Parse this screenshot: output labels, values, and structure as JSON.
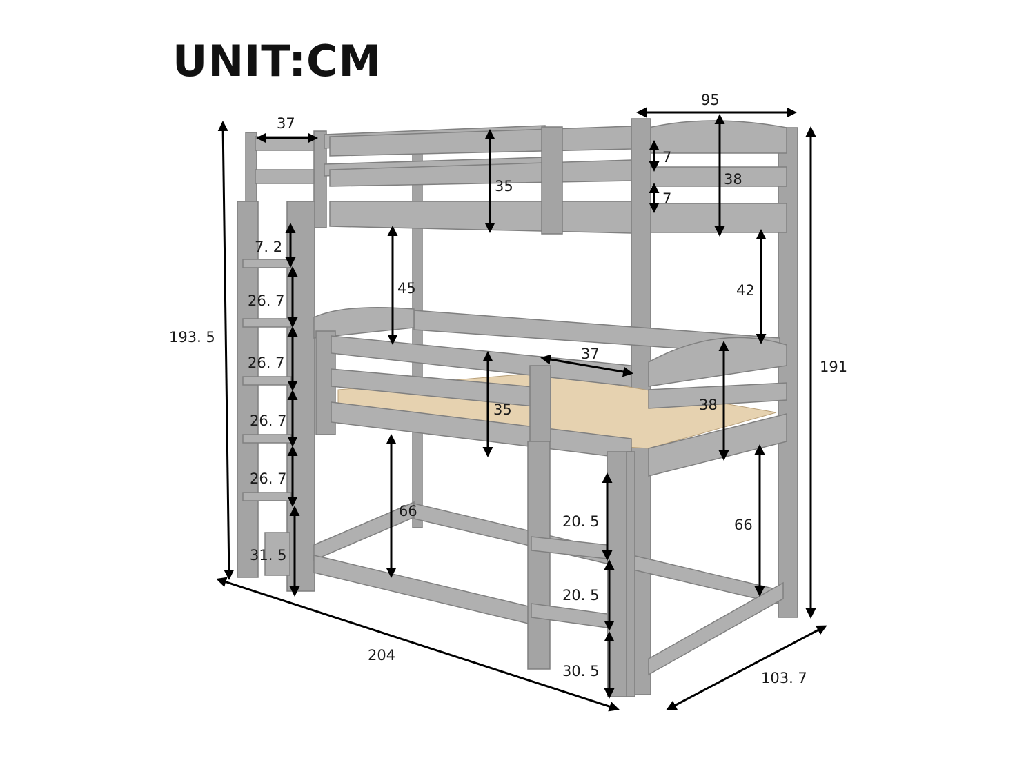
{
  "title": "UNIT:CM",
  "dimensions": {
    "top_guard_width": "37",
    "top_width": "95",
    "top_slat_gap_1": "7",
    "top_slat_gap_2": "7",
    "top_headboard_height": "38",
    "top_guard_height": "35",
    "upper_clearance_left": "45",
    "upper_clearance_right": "42",
    "middle_guard_width": "37",
    "middle_guard_height": "35",
    "middle_headboard_height": "38",
    "lower_clearance_left": "66",
    "lower_clearance_right": "66",
    "ladder_top": "7. 2",
    "ladder_step_1": "26. 7",
    "ladder_step_2": "26. 7",
    "ladder_step_3": "26. 7",
    "ladder_step_4": "26. 7",
    "ladder_bottom": "31. 5",
    "front_ladder_step_1": "20. 5",
    "front_ladder_step_2": "20. 5",
    "front_ladder_bottom": "30. 5",
    "overall_height_left": "193. 5",
    "overall_height_right": "191",
    "overall_length": "204",
    "overall_depth": "103. 7"
  }
}
